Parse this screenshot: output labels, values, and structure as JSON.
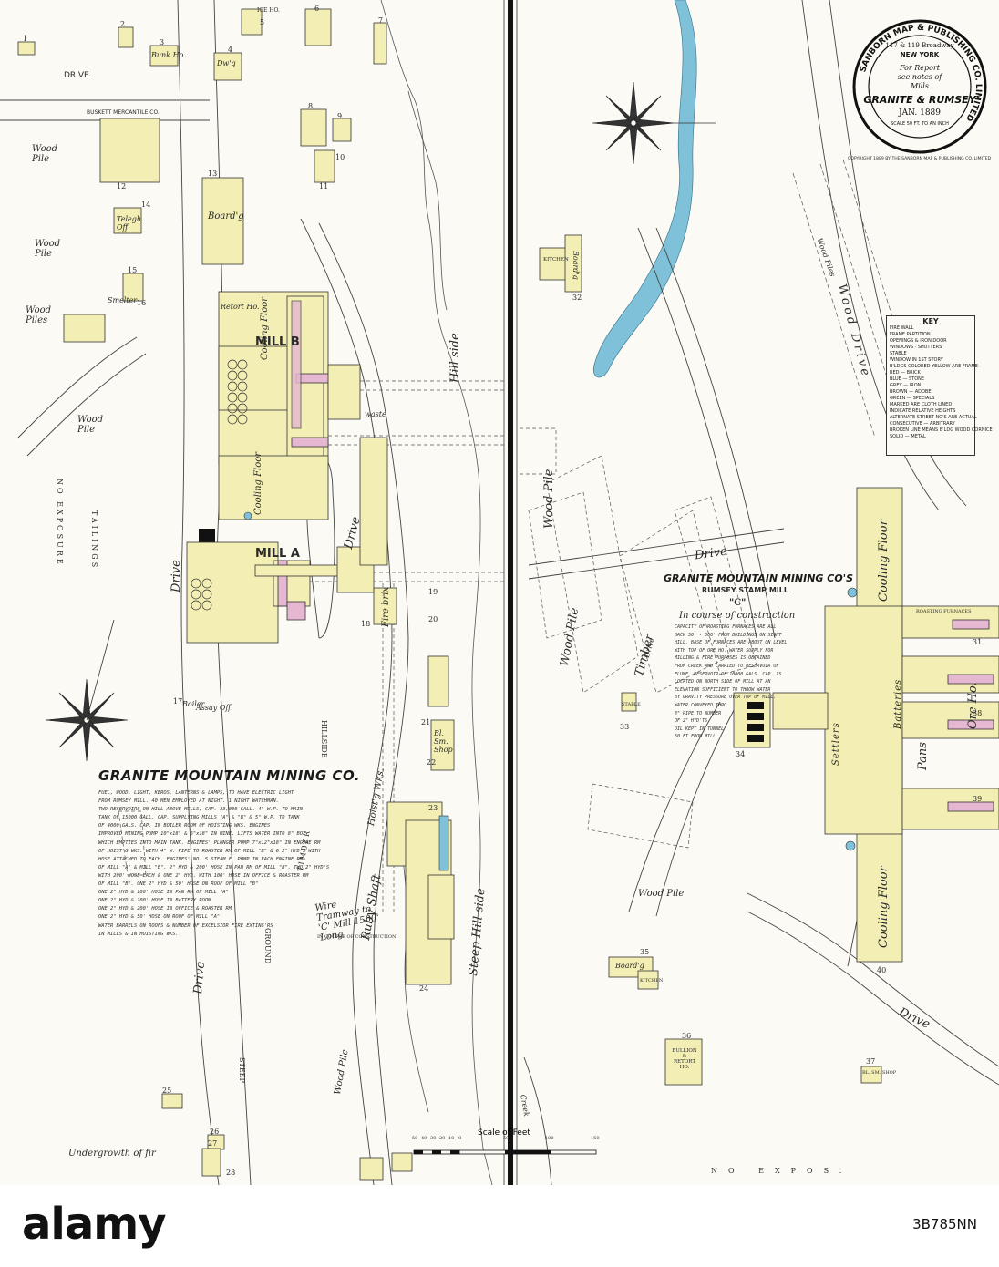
{
  "colors": {
    "paper": "#fbfaf4",
    "frame": "#f3efb4",
    "brick": "#e6b7d1",
    "water": "#7ec1d8",
    "ink": "#333333"
  },
  "seal": {
    "ring_text": "SANBORN MAP & PUBLISHING CO. LIMITED",
    "address": "117 & 119 Broadway",
    "city": "NEW YORK",
    "note_line1": "For Report",
    "note_line2": "see notes of",
    "note_line3": "Mills",
    "place": "GRANITE & RUMSEY",
    "date": "JAN. 1889",
    "scale": "SCALE 50 FT. TO AN INCH",
    "copyright": "COPYRIGHT 1889 BY THE SANBORN MAP & PUBLISHING CO. LIMITED"
  },
  "key": {
    "title": "KEY",
    "rows": [
      "FIRE WALL",
      "FRAME PARTITION",
      "OPENINGS & IRON DOOR",
      "WINDOWS · SHUTTERS",
      "STABLE",
      "WINDOW IN 1ST STORY",
      "B'LDGS COLORED YELLOW ARE FRAME",
      "RED — BRICK",
      "BLUE — STONE",
      "GREY — IRON",
      "BROWN — ADOBE",
      "GREEN — SPECIALS",
      "MARKED ARE CLOTH LINED",
      "INDICATE RELATIVE HEIGHTS",
      "ALTERNATE STREET NO'S ARE ACTUAL",
      "CONSECUTIVE — ARBITRARY",
      "BROKEN LINE MEANS B'LDG WOOD CORNICE",
      "SOLID — METAL"
    ]
  },
  "left": {
    "title": "GRANITE MOUNTAIN MINING CO.",
    "notes": [
      "FUEL, WOOD.  LIGHT, KEROS. LANTERNS & LAMPS, TO HAVE ELECTRIC LIGHT",
      "FROM RUMSEY MILL.  40 MEN EMPLOYED AT NIGHT.  1 NIGHT WATCHMAN.",
      "TWO RESERVOIRS ON HILL ABOVE MILLS, CAP. 33,000 GALL. 4\" W.P. TO MAIN",
      "TANK OF 15000 GALL. CAP. SUPPLYING MILLS \"A\" & \"B\" & 5\" W.P. TO TANK",
      "OF 4000 GALS. CAP. IN BOILER ROOM OF HOISTING WKS.  ENGINES",
      "IMPROVED MINING PUMP 10\"x18\" & 6\"x18\" IN MINE, LIFTS WATER INTO 8\" BOX",
      "WHICH EMPTIES INTO MAIN TANK.  ENGINES' PLUNGER PUMP 7\"x12\"x18\" IN ENGINE RM",
      "OF HOIST'G WKS. WITH 4\" W. PIPE TO ROASTER RM OF MILL \"B\" & 6 2\" HYD'S WITH",
      "HOSE ATTACHED TO EACH.  ENGINES' NO. 5 STEAM F. PUMP IN EACH ENGINE RM",
      "OF MILL \"A\" & MILL \"B\".  2\" HYD & 200' HOSE IN PAN RM OF MILL \"B\". TWO 2\" HYD'S",
      "WITH 200' HOSE EACH & ONE 2\" HYD. WITH 100' HOSE IN OFFICE & ROASTER RM",
      "OF MILL \"B\".  ONE 2\" HYD & 50' HOSE ON ROOF OF MILL \"B\"",
      "ONE 2\" HYD & 100' HOSE IN PAN RM OF MILL \"A\"",
      "ONE 2\" HYD & 100' HOSE IN BATTERY ROOM",
      "ONE 2\" HYD & 200' HOSE IN OFFICE & ROASTER RM",
      "ONE 2\" HYD & 50' HOSE ON ROOF OF MILL \"A\"",
      "WATER BARRELS ON ROOFS & NUMBER OF EXCELSIOR FIRE EXTING'RS",
      "IN MILLS & IN HOISTING WKS."
    ],
    "labels": {
      "drive_top": "DRIVE",
      "buskett": "BUSKETT MERCANTILE CO.",
      "wood_pile1": "Wood Pile",
      "wood_pile2": "Wood Pile",
      "wood_pile3": "Wood Pile",
      "wood_piles": "Wood Piles",
      "telegh": "Telegh. Off.",
      "boardg": "Board'g",
      "mill_b": "MILL B",
      "mill_a": "MILL A",
      "cooling_floor_b": "Cooling Floor",
      "cooling_floor_a": "Cooling Floor",
      "retort": "Retort Ho.",
      "boiler": "Boiler",
      "hoisting": "Hoist'g Wks.",
      "ruby_shaft": "Ruby Shaft",
      "tramway": "Wire Tramway to 'C' Mill 1500' Long",
      "in_course": "IN COURSE OF CONSTRUCTION",
      "hill_side": "Hill side",
      "steep_hill": "Steep Hill side",
      "drive_left": "Drive",
      "drive_mid": "Drive",
      "drive_low": "Drive",
      "ground": "GROUND",
      "steep": "STEEP",
      "hillside": "HILLSIDE",
      "tailings": "TAILINGS",
      "no_expos": "NO EXPOSURE",
      "undergrowth": "Undergrowth of fir",
      "timber": "TIMBER",
      "wood_pile_low": "Wood Pile",
      "ice_ho": "ICE HO.",
      "dwg": "Dw'g",
      "bunk": "Bunk Ho.",
      "smelter": "Smelter",
      "fire_brix": "Fire brix",
      "blk_smith": "Bl. Sm. Shop",
      "assay": "Assay Off.",
      "waste": "waste"
    },
    "building_numbers": [
      "1",
      "2",
      "3",
      "4",
      "5",
      "6",
      "7",
      "8",
      "9",
      "10",
      "11",
      "12",
      "13",
      "14",
      "15",
      "16",
      "17",
      "18",
      "19",
      "20",
      "21",
      "22",
      "23",
      "24",
      "25",
      "26",
      "27",
      "28"
    ]
  },
  "right": {
    "title": "GRANITE MOUNTAIN MINING CO'S",
    "subtitle": "RUMSEY STAMP MILL",
    "mill": "\"C\"",
    "status": "In course of construction",
    "notes": [
      "CAPACITY OF ROASTING FURNACES ARE ALL",
      "BACK 50' - 300' FROM BUILDINGS ON SIGHT",
      "HILL.  BASE OF FURNACES ARE ABOUT ON LEVEL",
      "WITH TOP OF ORE HO.  WATER SUPPLY FOR",
      "MILLING & FIRE PURPOSES IS OBTAINED",
      "FROM CREEK AND CARRIED TO RESERVOIR OF",
      "FLUME.  RESERVOIR OF 10000 GALS. CAP. IS",
      "LOCATED ON NORTH SIDE OF MILL AT AN",
      "ELEVATION SUFFICIENT TO THROW WATER",
      "BY GRAVITY PRESSURE OVER TOP OF MILL.",
      "WATER CONVEYED THRO",
      "8\" PIPE TO NUMBER",
      "OF 2\" HYD'TS.",
      "OIL KEPT IN TUNNEL",
      "50 FT FROM MILL"
    ],
    "labels": {
      "kitchen": "KITCHEN",
      "boardg": "Board'g",
      "wood_pile1": "Wood Pile",
      "wood_pile2": "Wood Pile",
      "wood_pile3": "Wood Pile",
      "wood_drive": "Wood Drive",
      "timber": "Timber",
      "drive": "Drive",
      "drive2": "Drive",
      "drive3": "Drive",
      "cooling_floor_top": "Cooling Floor",
      "cooling_floor_bot": "Cooling Floor",
      "batteries": "Batteries",
      "pans": "Pans",
      "settlers": "Settlers",
      "ore_ho": "Ore Ho.",
      "roasting": "ROASTING FURNACES",
      "bullion": "BULLION & RETORT HO.",
      "boardg2": "Board'g",
      "bl_sm": "BL. SM. SHOP",
      "no_expos": "NO EXPOS.",
      "creek": "Creek",
      "stable": "STABLE",
      "woodpile_top": "Wood Piles",
      "kitch": "KITCHEN"
    },
    "building_numbers": [
      "31",
      "32",
      "33",
      "34",
      "35",
      "36",
      "37",
      "38",
      "39",
      "40"
    ]
  },
  "scale_bar": {
    "caption": "Scale of Feet",
    "ticks": [
      "50",
      "40",
      "30",
      "20",
      "10",
      "0",
      "50",
      "100",
      "150"
    ]
  },
  "footer": {
    "logo": "alamy",
    "code": "3B785NN"
  }
}
